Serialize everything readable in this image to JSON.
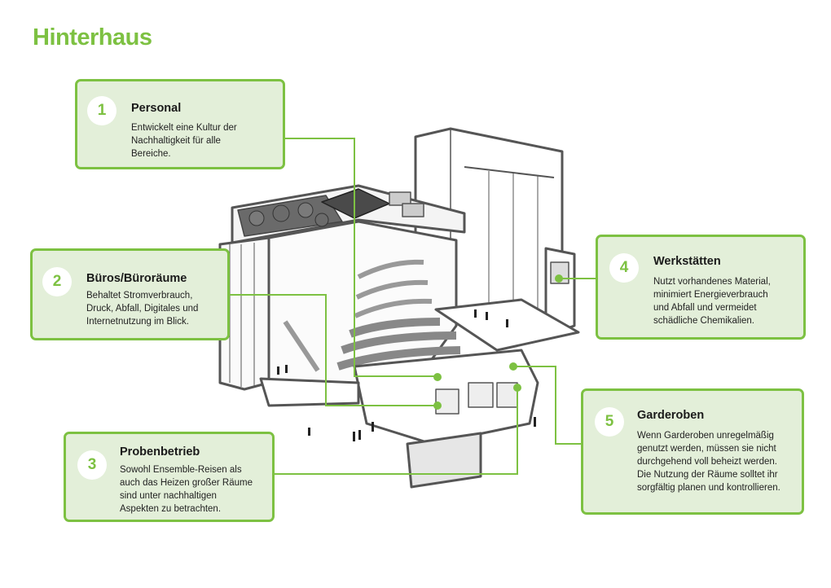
{
  "page": {
    "title": "Hinterhaus"
  },
  "colors": {
    "accent": "#7dc142",
    "card_fill": "#e3efd9",
    "outline": "#555555"
  },
  "callouts": [
    {
      "number": "1",
      "title": "Personal",
      "body": [
        "Entwickelt eine Kultur der",
        "Nachhaltigkeit für alle",
        "Bereiche."
      ]
    },
    {
      "number": "2",
      "title": "Büros/Büroräume",
      "body": [
        "Behaltet Stromverbrauch,",
        "Druck, Abfall, Digitales und",
        "Internetnutzung im Blick."
      ]
    },
    {
      "number": "3",
      "title": "Probenbetrieb",
      "body": [
        "Sowohl Ensemble-Reisen als",
        "auch das Heizen großer Räume",
        "sind unter nachhaltigen",
        "Aspekten zu betrachten."
      ]
    },
    {
      "number": "4",
      "title": "Werkstätten",
      "body": [
        "Nutzt vorhandenes Material,",
        "minimiert Energieverbrauch",
        "und Abfall und vermeidet",
        "schädliche Chemikalien."
      ]
    },
    {
      "number": "5",
      "title": "Garderoben",
      "body": [
        "Wenn Garderoben unregelmäßig",
        "genutzt werden, müssen sie nicht",
        "durchgehend voll beheizt werden.",
        "Die Nutzung der Räume solltet ihr",
        "sorgfältig planen und kontrollieren."
      ]
    }
  ]
}
